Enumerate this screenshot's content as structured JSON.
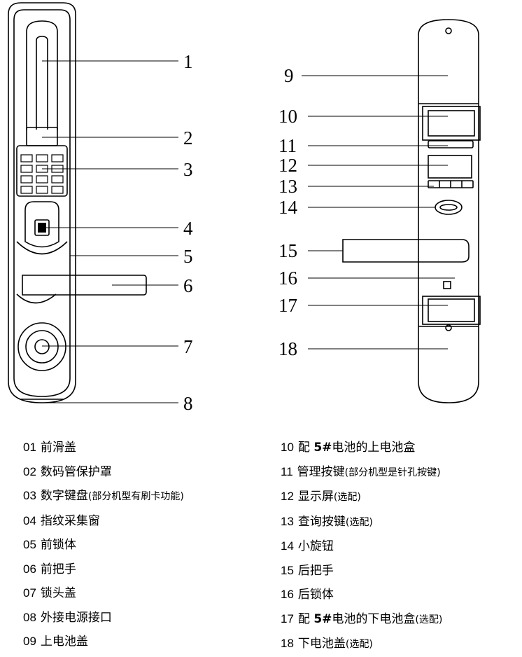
{
  "callouts_front": [
    "1",
    "2",
    "3",
    "4",
    "5",
    "6",
    "7",
    "8"
  ],
  "callouts_back": [
    "9",
    "10",
    "11",
    "12",
    "13",
    "14",
    "15",
    "16",
    "17",
    "18"
  ],
  "legend_left": [
    {
      "num": "01",
      "text": "前滑盖",
      "note": ""
    },
    {
      "num": "02",
      "text": "数码管保护罩",
      "note": ""
    },
    {
      "num": "03",
      "text": "数字键盘",
      "note": "(部分机型有刷卡功能)"
    },
    {
      "num": "04",
      "text": "指纹采集窗",
      "note": ""
    },
    {
      "num": "05",
      "text": "前锁体",
      "note": ""
    },
    {
      "num": "06",
      "text": "前把手",
      "note": ""
    },
    {
      "num": "07",
      "text": "锁头盖",
      "note": ""
    },
    {
      "num": "08",
      "text": "外接电源接口",
      "note": ""
    },
    {
      "num": "09",
      "text": "上电池盖",
      "note": ""
    }
  ],
  "legend_right": [
    {
      "num": "10",
      "pre": "配 ",
      "bold": "5#",
      "text": "电池的上电池盒",
      "note": ""
    },
    {
      "num": "11",
      "pre": "",
      "bold": "",
      "text": "管理按键",
      "note": "(部分机型是针孔按键)"
    },
    {
      "num": "12",
      "pre": "",
      "bold": "",
      "text": "显示屏",
      "note": "(选配)"
    },
    {
      "num": "13",
      "pre": "",
      "bold": "",
      "text": "查询按键",
      "note": "(选配)"
    },
    {
      "num": "14",
      "pre": "",
      "bold": "",
      "text": "小旋钮",
      "note": ""
    },
    {
      "num": "15",
      "pre": "",
      "bold": "",
      "text": "后把手",
      "note": ""
    },
    {
      "num": "16",
      "pre": "",
      "bold": "",
      "text": "后锁体",
      "note": ""
    },
    {
      "num": "17",
      "pre": "配 ",
      "bold": "5#",
      "text": "电池的下电池盒",
      "note": "(选配)"
    },
    {
      "num": "18",
      "pre": "",
      "bold": "",
      "text": "下电池盖",
      "note": "(选配)"
    }
  ]
}
